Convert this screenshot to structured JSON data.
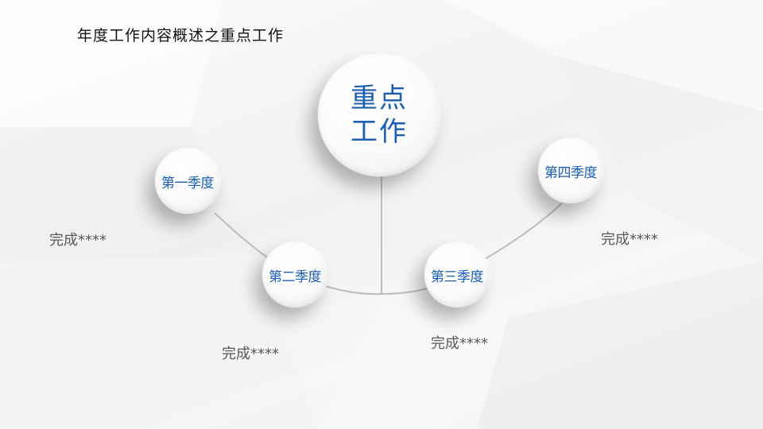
{
  "slide": {
    "title": "年度工作内容概述之重点工作",
    "center_node": {
      "line1": "重点",
      "line2": "工作"
    },
    "quarters": [
      {
        "label": "第一季度",
        "note": "完成****"
      },
      {
        "label": "第二季度",
        "note": "完成****"
      },
      {
        "label": "第三季度",
        "note": "完成****"
      },
      {
        "label": "第四季度",
        "note": "完成****"
      }
    ],
    "colors": {
      "node_text": "#1a5fb0",
      "note_text": "#595959",
      "title_text": "#111111",
      "connector": "#bdbdbd"
    }
  }
}
